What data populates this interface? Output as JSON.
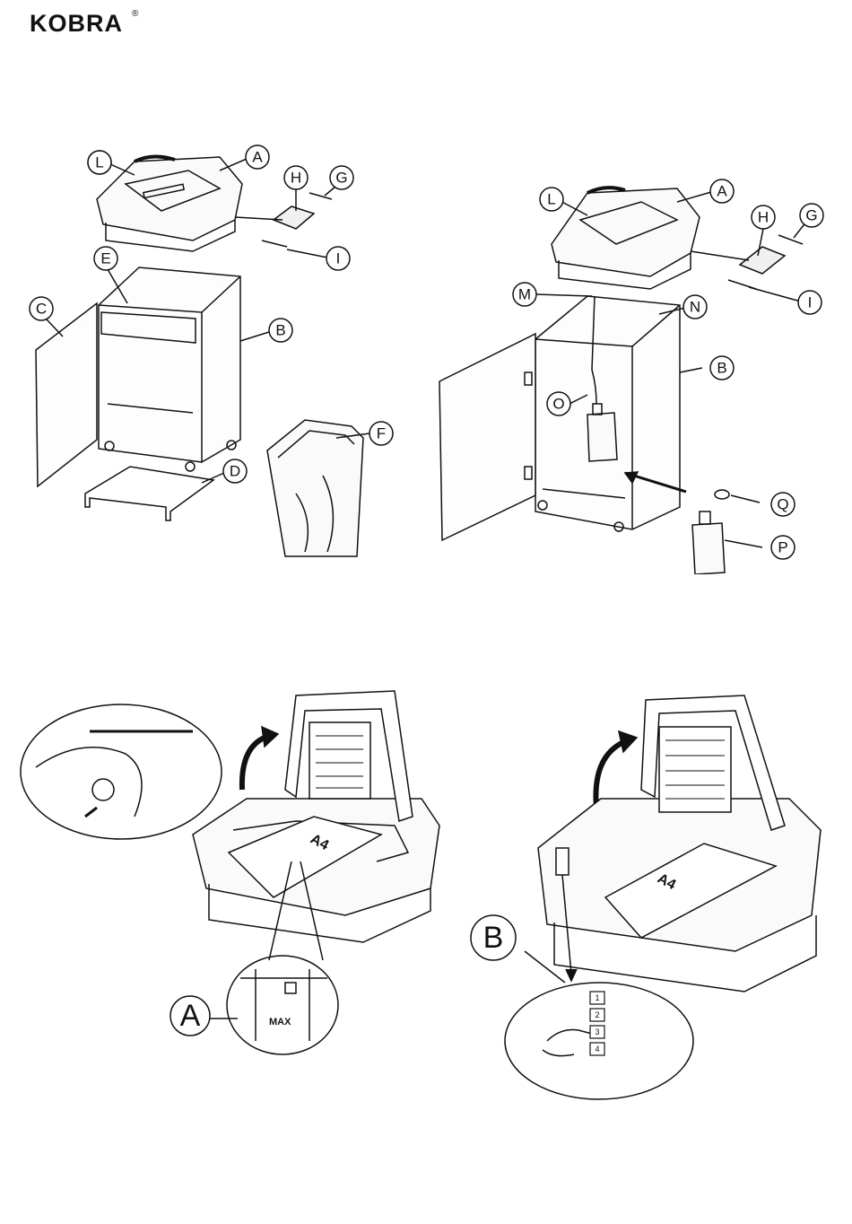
{
  "brand": {
    "name": "KOBRA",
    "registered": "®"
  },
  "figure1": {
    "callouts": [
      "A",
      "L",
      "H",
      "G",
      "I",
      "E",
      "C",
      "B",
      "D",
      "F"
    ]
  },
  "figure2": {
    "callouts": [
      "A",
      "L",
      "H",
      "G",
      "I",
      "M",
      "N",
      "B",
      "O",
      "Q",
      "P"
    ]
  },
  "figure3": {
    "paper_label": "A4",
    "inset_label": "A",
    "inset_text": "MAX"
  },
  "figure4": {
    "paper_label": "A4",
    "inset_label": "B",
    "buttons": [
      "1",
      "2",
      "3",
      "4"
    ]
  }
}
